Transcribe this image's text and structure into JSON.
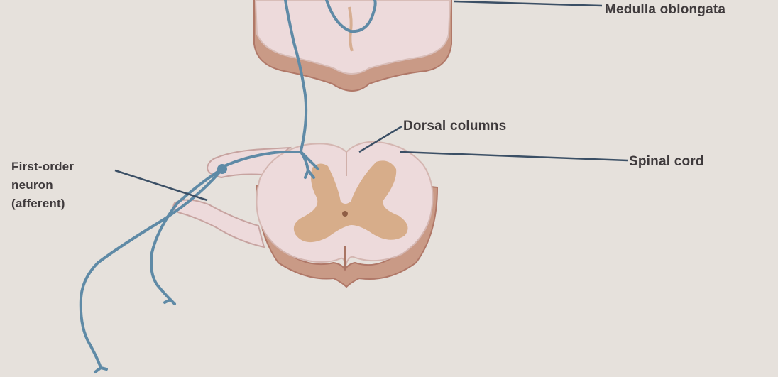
{
  "labels": {
    "medulla": "Medulla oblongata",
    "dorsal_columns": "Dorsal columns",
    "spinal_cord": "Spinal cord",
    "first_order": [
      "First-order",
      "neuron",
      "(afferent)"
    ]
  },
  "colors": {
    "background": "#e6e1dc",
    "tissue_face": "#eddadb",
    "tissue_side": "#c99a86",
    "tissue_edge": "#b07868",
    "gray_matter": "#d7ad8a",
    "neuron": "#5f8aa6",
    "leader": "#3b4f65",
    "text": "#3f3a3c"
  }
}
